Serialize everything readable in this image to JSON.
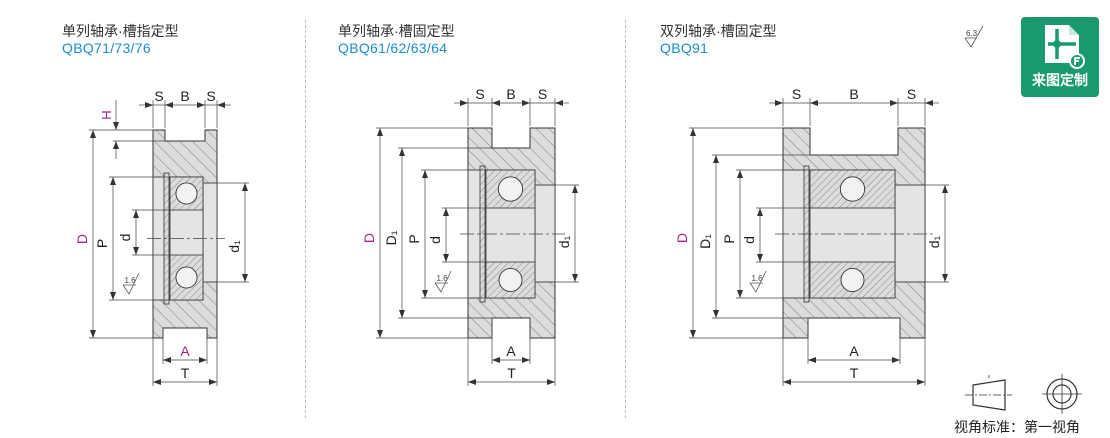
{
  "drawings": [
    {
      "title": "单列轴承·槽指定型",
      "code": "QBQ71/73/76",
      "labels": {
        "S": "S",
        "B": "B",
        "H": "H",
        "D": "D",
        "P": "P",
        "d": "d",
        "d1": "d₁",
        "A": "A",
        "T": "T",
        "roughness": "1.6"
      }
    },
    {
      "title": "单列轴承·槽固定型",
      "code": "QBQ61/62/63/64",
      "labels": {
        "S": "S",
        "B": "B",
        "D": "D",
        "D1": "D₁",
        "P": "P",
        "d": "d",
        "d1": "d₁",
        "A": "A",
        "T": "T",
        "roughness": "1.6"
      }
    },
    {
      "title": "双列轴承·槽固定型",
      "code": "QBQ91",
      "labels": {
        "S": "S",
        "B": "B",
        "D": "D",
        "D1": "D₁",
        "P": "P",
        "d": "d",
        "d1": "d₁",
        "A": "A",
        "T": "T",
        "roughness": "1.6"
      }
    }
  ],
  "general_roughness": "6.3",
  "badge": {
    "label": "来图定制",
    "icon": "custom-drawing-icon"
  },
  "projection": {
    "label": "视角标准：第一视角",
    "icon": "first-angle-projection-icon"
  },
  "colors": {
    "code": "#1b8dcc",
    "highlight": "#a0267e",
    "badge": "#1a9a6c",
    "text": "#333333"
  }
}
